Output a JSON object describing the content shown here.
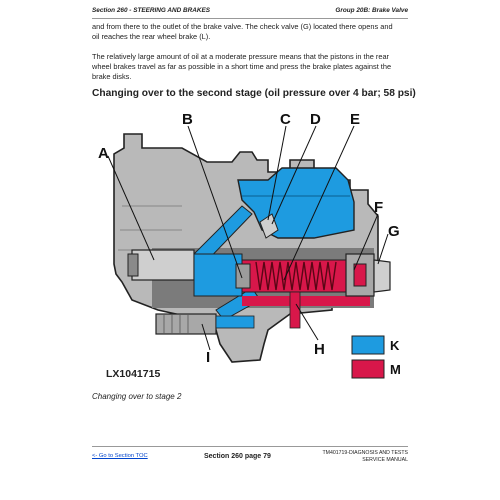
{
  "header": {
    "left": "Section 260 - STEERING AND BRAKES",
    "right": "Group 20B: Brake Valve"
  },
  "body": {
    "para1_lines": [
      "and from there to the outlet of the brake valve. The check valve (G) located there opens and",
      "oil reaches the rear wheel brake (L)."
    ],
    "para2_lines": [
      "The relatively large amount of oil at a moderate pressure means that the pistons in the rear",
      "wheel brakes travel as far as possible in a short time and press the brake plates against the",
      "brake disks."
    ],
    "heading": "Changing over to the second stage (oil pressure over 4 bar; 58 psi)"
  },
  "figure": {
    "callouts": [
      "A",
      "B",
      "C",
      "D",
      "E",
      "F",
      "G",
      "H",
      "I"
    ],
    "legend": [
      {
        "label": "K",
        "color": "#1e9be0"
      },
      {
        "label": "M",
        "color": "#d8174a"
      }
    ],
    "figure_id": "LX1041715",
    "colors": {
      "body": "#b9b9b9",
      "outline": "#222222",
      "oil_low": "#1e9be0",
      "oil_high": "#d8174a",
      "spring": "#b3122a"
    }
  },
  "caption": "Changing over to stage 2",
  "footer": {
    "toc_link": "<- Go to Section TOC",
    "page": "Section 260 page 79",
    "manual_line1": "TM401719-DIAGNOSIS AND TESTS",
    "manual_line2": "SERVICE MANUAL"
  }
}
